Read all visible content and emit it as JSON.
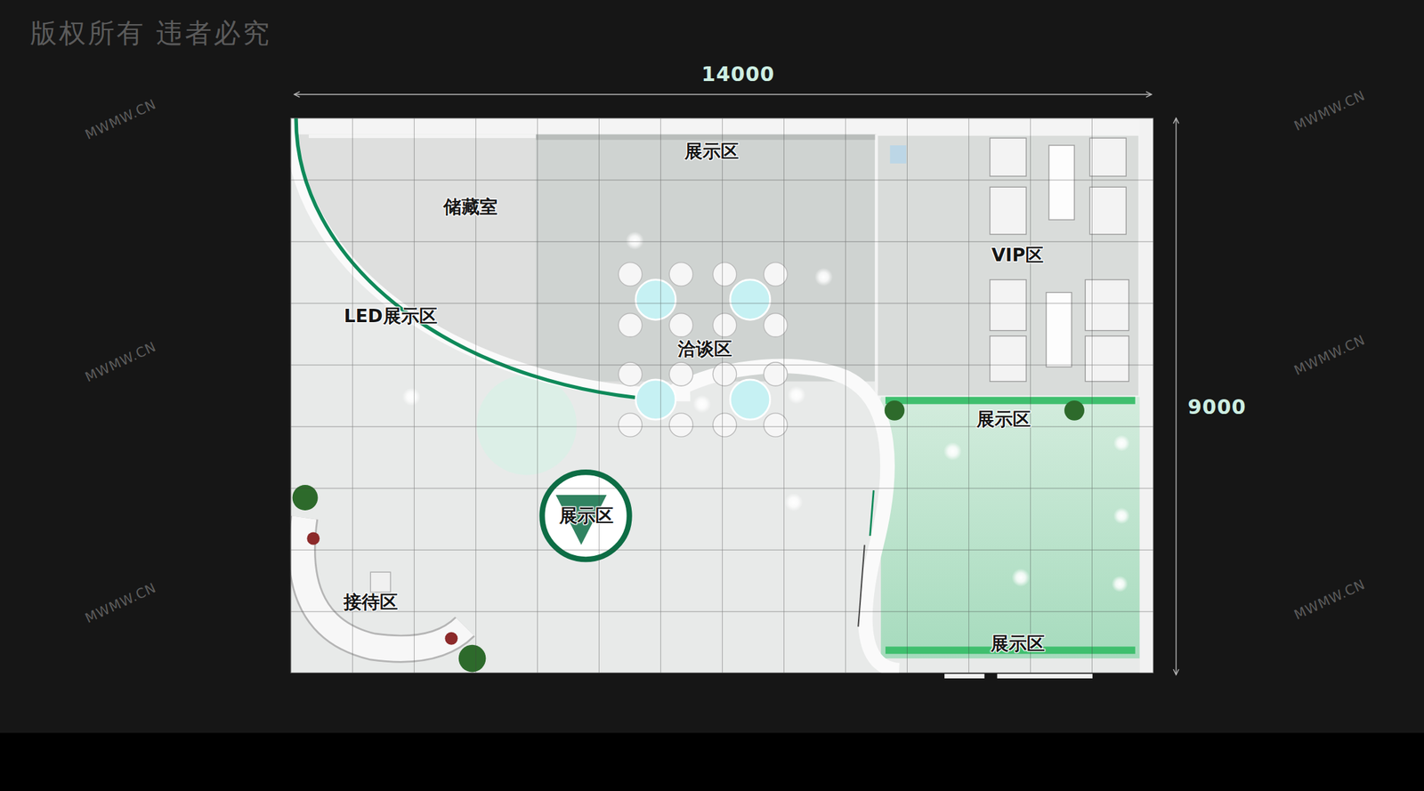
{
  "diagram": {
    "nodes": [
      {
        "text": [
          "展示区"
        ]
      },
      {
        "text": [
          "储藏室"
        ]
      },
      {
        "text": [
          "VIP区"
        ]
      },
      {
        "text": [
          "LED展示区"
        ]
      },
      {
        "text": [
          "洽谈区"
        ]
      },
      {
        "text": [
          "展示区"
        ]
      },
      {
        "text": [
          "展示区"
        ]
      },
      {
        "text": [
          "接待区"
        ]
      },
      {
        "text": [
          "展示区"
        ]
      }
    ],
    "labels": [
      "版权所有 违者必究",
      "14000",
      "9000",
      "MWMW.CN",
      "MWMW.CN",
      "MWMW.CN",
      "MWMW.CN",
      "MWMW.CN",
      "MWMW.CN"
    ]
  }
}
